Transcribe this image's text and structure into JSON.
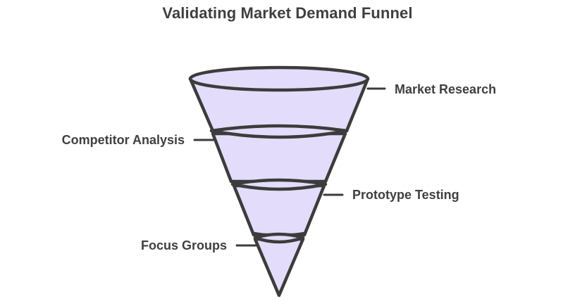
{
  "title": "Validating Market Demand Funnel",
  "stages": [
    {
      "label": "Market Research"
    },
    {
      "label": "Competitor Analysis"
    },
    {
      "label": "Prototype Testing"
    },
    {
      "label": "Focus Groups"
    }
  ],
  "colors": {
    "fill": "#e3ddfb",
    "stroke": "#3c3c3c",
    "text": "#3f3f3f",
    "background": "#ffffff"
  }
}
